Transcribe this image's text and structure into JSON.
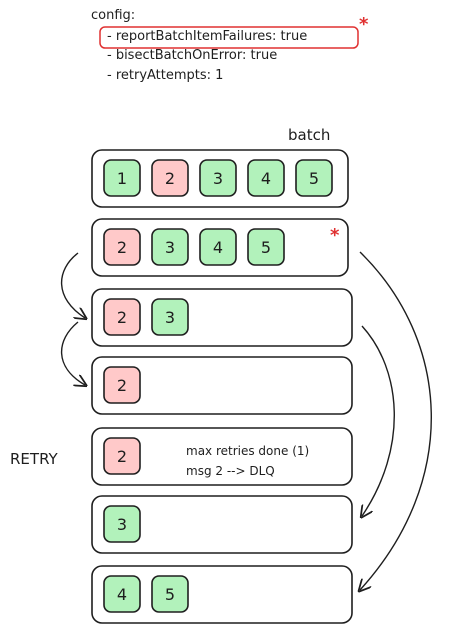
{
  "config": {
    "title": "config:",
    "items": [
      "- reportBatchItemFailures: true",
      "- bisectBatchOnError: true",
      "- retryAttempts: 1"
    ],
    "asterisk": "*"
  },
  "labels": {
    "batch": "batch",
    "retry": "RETRY",
    "note_line1": "max retries done (1)",
    "note_line2": "msg 2 --> DLQ",
    "row_asterisk": "*"
  },
  "colors": {
    "success_fill": "#b2f2bb",
    "failure_fill": "#ffc9c9",
    "highlight": "#e03131",
    "stroke": "#1e1e1e"
  },
  "rows": [
    {
      "name": "batch-row-initial",
      "messages": [
        {
          "id": "1",
          "status": "success"
        },
        {
          "id": "2",
          "status": "failure"
        },
        {
          "id": "3",
          "status": "success"
        },
        {
          "id": "4",
          "status": "success"
        },
        {
          "id": "5",
          "status": "success"
        }
      ]
    },
    {
      "name": "batch-row-reported",
      "messages": [
        {
          "id": "2",
          "status": "failure"
        },
        {
          "id": "3",
          "status": "success"
        },
        {
          "id": "4",
          "status": "success"
        },
        {
          "id": "5",
          "status": "success"
        }
      ]
    },
    {
      "name": "batch-row-bisect-1",
      "messages": [
        {
          "id": "2",
          "status": "failure"
        },
        {
          "id": "3",
          "status": "success"
        }
      ]
    },
    {
      "name": "batch-row-bisect-2",
      "messages": [
        {
          "id": "2",
          "status": "failure"
        }
      ]
    },
    {
      "name": "batch-row-retry",
      "messages": [
        {
          "id": "2",
          "status": "failure"
        }
      ]
    },
    {
      "name": "batch-row-msg-3",
      "messages": [
        {
          "id": "3",
          "status": "success"
        }
      ]
    },
    {
      "name": "batch-row-msg-4-5",
      "messages": [
        {
          "id": "4",
          "status": "success"
        },
        {
          "id": "5",
          "status": "success"
        }
      ]
    }
  ]
}
